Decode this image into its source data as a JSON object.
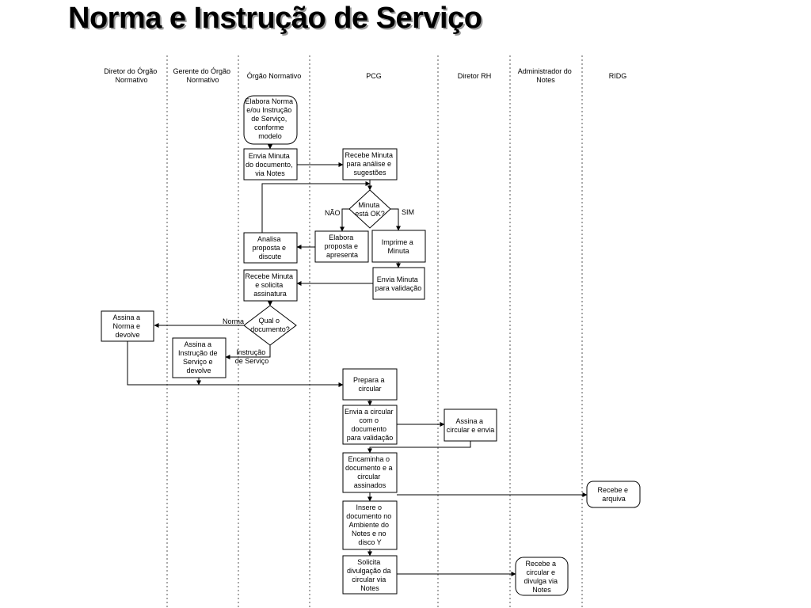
{
  "title": "Norma e Instrução de Serviço",
  "lanes": [
    {
      "label": [
        "Diretor do Órgão",
        "Normativo"
      ]
    },
    {
      "label": [
        "Gerente do Órgão",
        "Normativo"
      ]
    },
    {
      "label": [
        "Órgão Normativo"
      ]
    },
    {
      "label": [
        "PCG"
      ]
    },
    {
      "label": [
        "Diretor RH"
      ]
    },
    {
      "label": [
        "Administrador do",
        "Notes"
      ]
    },
    {
      "label": [
        "RIDG"
      ]
    }
  ],
  "nodes": {
    "elabora_norma": [
      "Elabora Norma",
      "e/ou Instrução",
      "de Serviço,",
      "conforme",
      "modelo"
    ],
    "envia_minuta_notes": [
      "Envia Minuta",
      "do documento,",
      "via Notes"
    ],
    "recebe_minuta_analise": [
      "Recebe Minuta",
      "para análise e",
      "sugestões"
    ],
    "minuta_ok": [
      "Minuta",
      "está OK?"
    ],
    "elabora_proposta": [
      "Elabora",
      "proposta e",
      "apresenta"
    ],
    "imprime_minuta": [
      "Imprime a",
      "Minuta"
    ],
    "analisa_proposta": [
      "Analisa",
      "proposta e",
      "discute"
    ],
    "envia_minuta_validacao": [
      "Envia Minuta",
      "para validação"
    ],
    "recebe_minuta_assinatura": [
      "Recebe Minuta",
      "e solicita",
      "assinatura"
    ],
    "qual_documento": [
      "Qual o",
      "documento?"
    ],
    "assina_norma": [
      "Assina a",
      "Norma e",
      "devolve"
    ],
    "assina_instrucao": [
      "Assina a",
      "Instrução de",
      "Serviço e",
      "devolve"
    ],
    "prepara_circular": [
      "Prepara a",
      "circular"
    ],
    "envia_circular": [
      "Envia a circular",
      "com o",
      "documento",
      "para validação"
    ],
    "assina_circular": [
      "Assina a",
      "circular e envia"
    ],
    "encaminha_documento": [
      "Encaminha o",
      "documento e a",
      "circular",
      "assinados"
    ],
    "recebe_arquiva": [
      "Recebe e",
      "arquiva"
    ],
    "insere_documento": [
      "Insere o",
      "documento no",
      "Ambiente do",
      "Notes e no",
      "disco Y"
    ],
    "solicita_divulgacao": [
      "Solicita",
      "divulgação da",
      "circular via",
      "Notes"
    ],
    "recebe_divulga": [
      "Recebe a",
      "circular e",
      "divulga via",
      "Notes"
    ]
  },
  "edge_labels": {
    "nao": "NÃO",
    "sim": "SIM",
    "norma": "Norma",
    "instrucao": [
      "Instrução",
      "de Serviço"
    ]
  }
}
